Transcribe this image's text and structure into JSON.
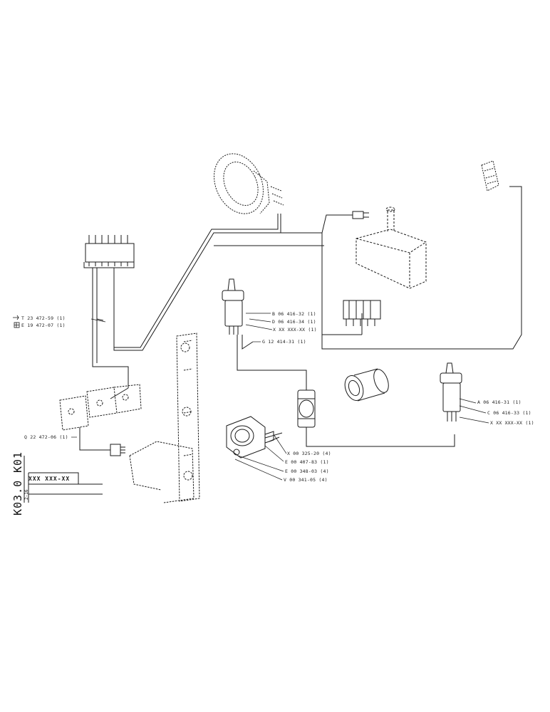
{
  "side_labels": {
    "ref1": "K01",
    "ref2": "K03.0"
  },
  "page_number": "2-16",
  "title_block": {
    "code": "XXX XXX-XX"
  },
  "parts": [
    {
      "id": "T",
      "text": "T 23 472-59 (1)"
    },
    {
      "id": "E1",
      "text": "E 19 472-07 (1)"
    },
    {
      "id": "B",
      "text": "B 06 416-32 (1)"
    },
    {
      "id": "D",
      "text": "D 06 416-34 (1)"
    },
    {
      "id": "X1",
      "text": "X XX XXX-XX (1)"
    },
    {
      "id": "G",
      "text": "G 12 414-31 (1)"
    },
    {
      "id": "A",
      "text": "A 06 416-31 (1)"
    },
    {
      "id": "C",
      "text": "C 06 416-33 (1)"
    },
    {
      "id": "X2",
      "text": "X XX XXX-XX (1)"
    },
    {
      "id": "Q",
      "text": "Q 22 472-06 (1)"
    },
    {
      "id": "X3",
      "text": "X 00 325-20 (4)"
    },
    {
      "id": "E2",
      "text": "E 00 407-83 (1)"
    },
    {
      "id": "E3",
      "text": "E 00 348-03 (4)"
    },
    {
      "id": "V",
      "text": "V 00 341-05 (4)"
    }
  ],
  "colors": {
    "line": "#1a1a1a",
    "background": "#ffffff"
  }
}
